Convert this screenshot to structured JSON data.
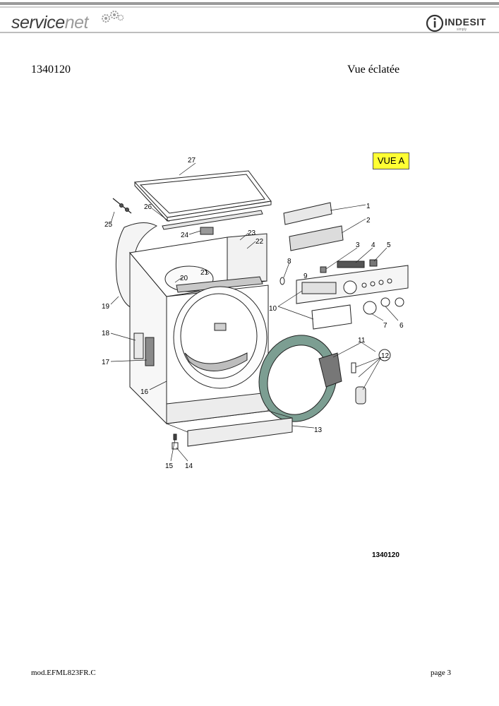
{
  "header": {
    "logo_left_part1": "service",
    "logo_left_part2": "net",
    "logo_right_name": "INDESIT",
    "logo_right_tagline": "simply"
  },
  "document": {
    "number": "1340120",
    "title": "Vue éclatée",
    "view_badge": "VUE A",
    "figure_reference": "1340120"
  },
  "diagram": {
    "part_labels": [
      "1",
      "2",
      "3",
      "4",
      "5",
      "6",
      "7",
      "8",
      "9",
      "10",
      "11",
      "12",
      "13",
      "14",
      "15",
      "16",
      "17",
      "18",
      "19",
      "20",
      "21",
      "22",
      "23",
      "24",
      "25",
      "26",
      "27"
    ]
  },
  "footer": {
    "model": "mod.EFML823FR.C",
    "page": "page 3"
  }
}
